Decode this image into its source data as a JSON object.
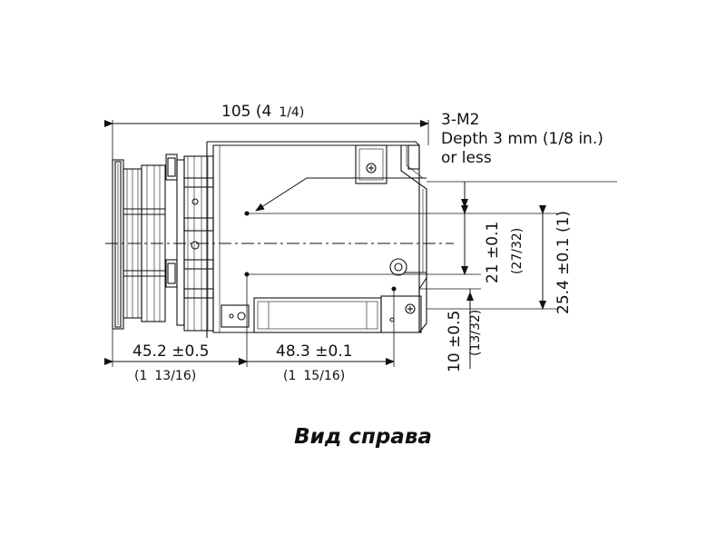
{
  "dimensions": {
    "overall_length": {
      "main": "105 (4",
      "frac": "1/4)"
    },
    "front_length": {
      "main": "45.2 ±0.5",
      "sub": "(1",
      "frac": "13/16)"
    },
    "rear_length": {
      "main": "48.3 ±0.1",
      "sub": "(1",
      "frac": "15/16)"
    },
    "hole_offset": {
      "main": "10 ±0.5",
      "frac": "(13/32)"
    },
    "hole_spacing": {
      "main": "21 ±0.1",
      "frac": "(27/32)"
    },
    "total_height": {
      "main": "25.4 ±0.1 (1)"
    }
  },
  "screw_note": {
    "line1": "3-M2",
    "line2": "Depth 3 mm (1/8 in.)",
    "line3": "or less"
  },
  "caption": "Вид справа"
}
